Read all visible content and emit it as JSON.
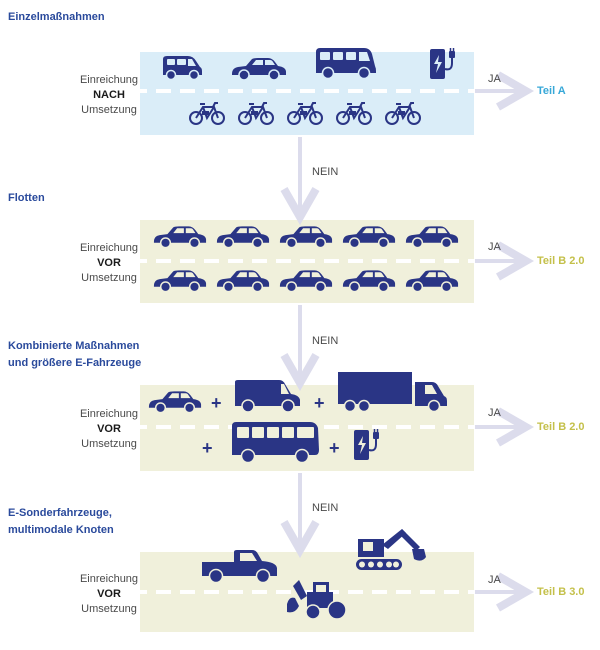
{
  "sections": [
    {
      "title": "Einzelmaßnahmen",
      "line1": "Einreichung",
      "timing": "NACH",
      "line2": "Umsetzung",
      "ja": "JA",
      "result": "Teil A",
      "result_color": "#38a8d8",
      "band_color": "#daedf8"
    },
    {
      "title": "Flotten",
      "line1": "Einreichung",
      "timing": "VOR",
      "line2": "Umsetzung",
      "ja": "JA",
      "result": "Teil B 2.0",
      "result_color": "#c4c04a",
      "band_color": "#f0f0db"
    },
    {
      "title": "Kombinierte Maßnahmen\nund größere E-Fahrzeuge",
      "line1": "Einreichung",
      "timing": "VOR",
      "line2": "Umsetzung",
      "ja": "JA",
      "result": "Teil B 2.0",
      "result_color": "#c4c04a",
      "band_color": "#f0f0db"
    },
    {
      "title": "E-Sonderfahrzeuge,\nmultimodale Knoten",
      "line1": "Einreichung",
      "timing": "VOR",
      "line2": "Umsetzung",
      "ja": "JA",
      "result": "Teil B 3.0",
      "result_color": "#c4c04a",
      "band_color": "#f0f0db"
    }
  ],
  "connectors": [
    {
      "label": "NEIN"
    },
    {
      "label": "NEIN"
    },
    {
      "label": "NEIN"
    }
  ],
  "plus_sign": "+",
  "colors": {
    "vehicle": "#2a3585",
    "arrow": "#dcdcec",
    "title": "#2a4a9c"
  }
}
